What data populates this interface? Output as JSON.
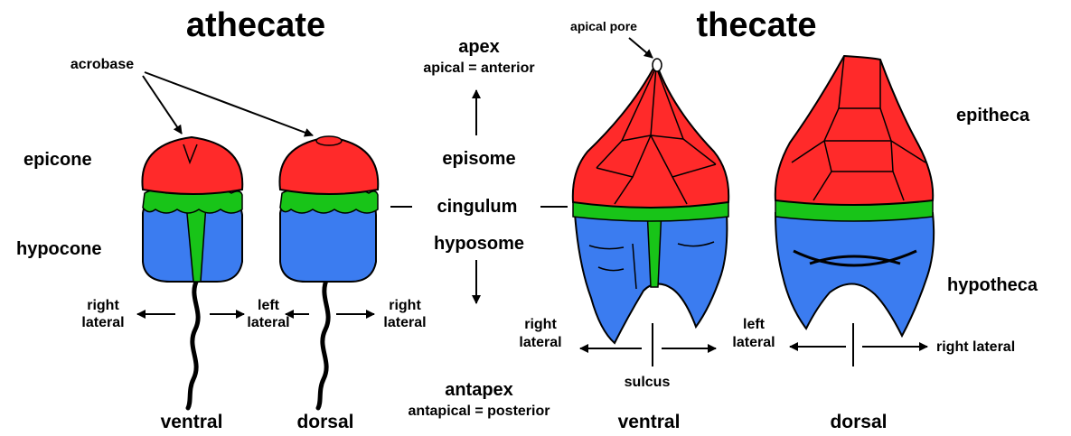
{
  "colors": {
    "epi": "#ff2a2a",
    "hypo": "#3b7cf0",
    "cingulum": "#18c418",
    "line": "#000000"
  },
  "titles": {
    "athecate": "athecate",
    "thecate": "thecate"
  },
  "labels": {
    "acrobase": "acrobase",
    "epicone": "epicone",
    "hypocone": "hypocone",
    "apex": "apex",
    "apical_anterior": "apical = anterior",
    "episome": "episome",
    "cingulum": "cingulum",
    "hyposome": "hyposome",
    "antapex": "antapex",
    "antapical_posterior": "antapical = posterior",
    "apical_pore": "apical pore",
    "epitheca": "epitheca",
    "hypotheca": "hypotheca",
    "sulcus": "sulcus",
    "right": "right",
    "left": "left",
    "lateral": "lateral",
    "right_lateral": "right lateral",
    "ventral": "ventral",
    "dorsal": "dorsal"
  }
}
